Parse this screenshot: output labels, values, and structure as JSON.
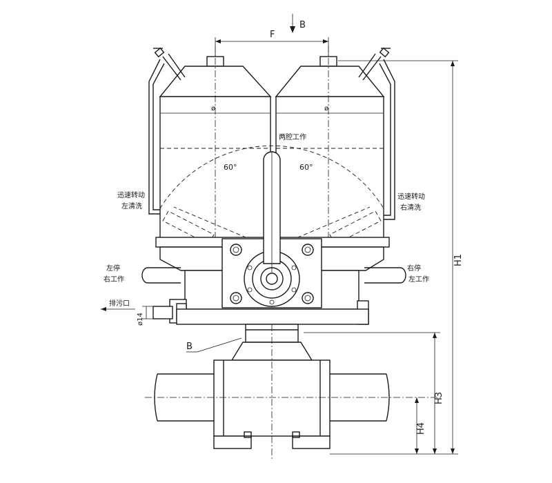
{
  "labels": {
    "view_b": "B",
    "dim_f": "F",
    "dia_left": "ø",
    "dia_right": "ø",
    "both_chambers": "两腔工作",
    "angle_left": "60°",
    "angle_right": "60°",
    "quick_rotate_left_1": "迅速转动",
    "quick_rotate_left_2": "左清洗",
    "quick_rotate_right_1": "迅速转动",
    "quick_rotate_right_2": "右清洗",
    "left_stop_1": "左停",
    "left_stop_2": "右工作",
    "right_stop_1": "右停",
    "right_stop_2": "左工作",
    "drain": "排污口",
    "dim_d14": "ø14",
    "callout_b": "B",
    "dim_h1": "H1",
    "dim_h3": "H3",
    "dim_h4": "H4"
  }
}
